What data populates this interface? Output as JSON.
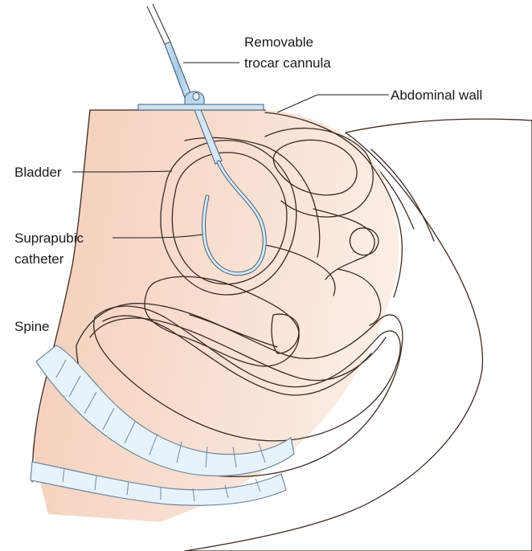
{
  "labels": {
    "removable_line1": "Removable",
    "removable_line2": "trocar cannula",
    "abdominal_wall": "Abdominal wall",
    "bladder": "Bladder",
    "suprapubic_line1": "Suprapubic",
    "suprapubic_line2": "catheter",
    "spine": "Spine"
  },
  "colors": {
    "skin": "#f6dccb",
    "skin_light": "#fbeee4",
    "tissue": "#f2c7b1",
    "tissue_dark": "#e3a58a",
    "bladder_center": "#e8896a",
    "bone": "#e8f2fb",
    "bone_edge": "#9fb6cc",
    "cannula": "#b9d4ea",
    "outline": "#3a2a22"
  }
}
